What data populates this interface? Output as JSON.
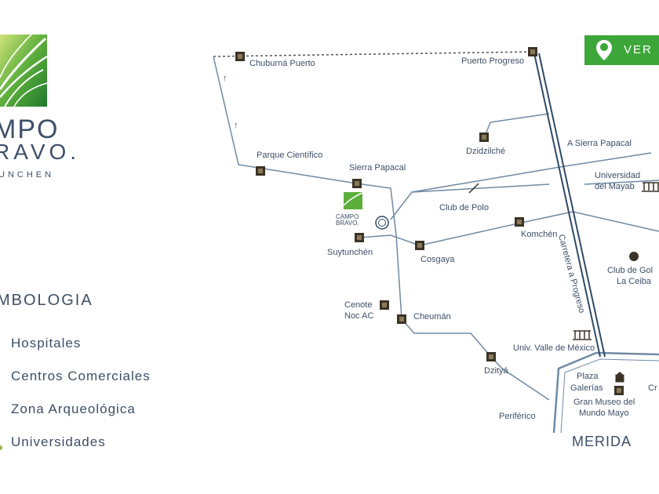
{
  "brand": {
    "line1": "MPO",
    "line2": "RAVO.",
    "line3": "UNCHEN"
  },
  "cta": {
    "label": "VER"
  },
  "legend": {
    "title": "MBOLOGIA",
    "items": [
      "Hospitales",
      "Centros Comerciales",
      "Zona Arqueológica",
      "Universidades"
    ]
  },
  "map": {
    "places": [
      {
        "name": "Chuburná Puerto",
        "marker": "square"
      },
      {
        "name": "Puerto Progreso",
        "marker": "square"
      },
      {
        "name": "Dzidzilché",
        "marker": "square"
      },
      {
        "name": "Parque Científico",
        "marker": "square"
      },
      {
        "name": "Sierra Papacal",
        "marker": "square"
      },
      {
        "name": "Suytunchén",
        "marker": "square"
      },
      {
        "name": "Cosgaya",
        "marker": "square"
      },
      {
        "name": "Komchén",
        "marker": "square"
      },
      {
        "name": "Cenote Noc AC",
        "marker": "square"
      },
      {
        "name": "Cheumán",
        "marker": "square"
      },
      {
        "name": "Dzityá",
        "marker": "square"
      },
      {
        "name": "Club de Polo",
        "marker": "flag"
      },
      {
        "name": "Universidad del Mayab",
        "marker": "university"
      },
      {
        "name": "Univ. Valle de México",
        "marker": "university"
      },
      {
        "name": "Club de Gol La Ceiba",
        "marker": "dot"
      },
      {
        "name": "Plaza Galerías",
        "marker": "shopping"
      },
      {
        "name": "Gran Museo del Mundo Mayo",
        "marker": "square"
      }
    ],
    "road_labels": [
      "A Sierra Papacal",
      "Carretera a Progreso",
      "Periférico"
    ],
    "city": "MERIDA",
    "cut_label": "Cr",
    "project_marker": {
      "line1": "CAMPO",
      "line2": "BRAVO."
    }
  }
}
